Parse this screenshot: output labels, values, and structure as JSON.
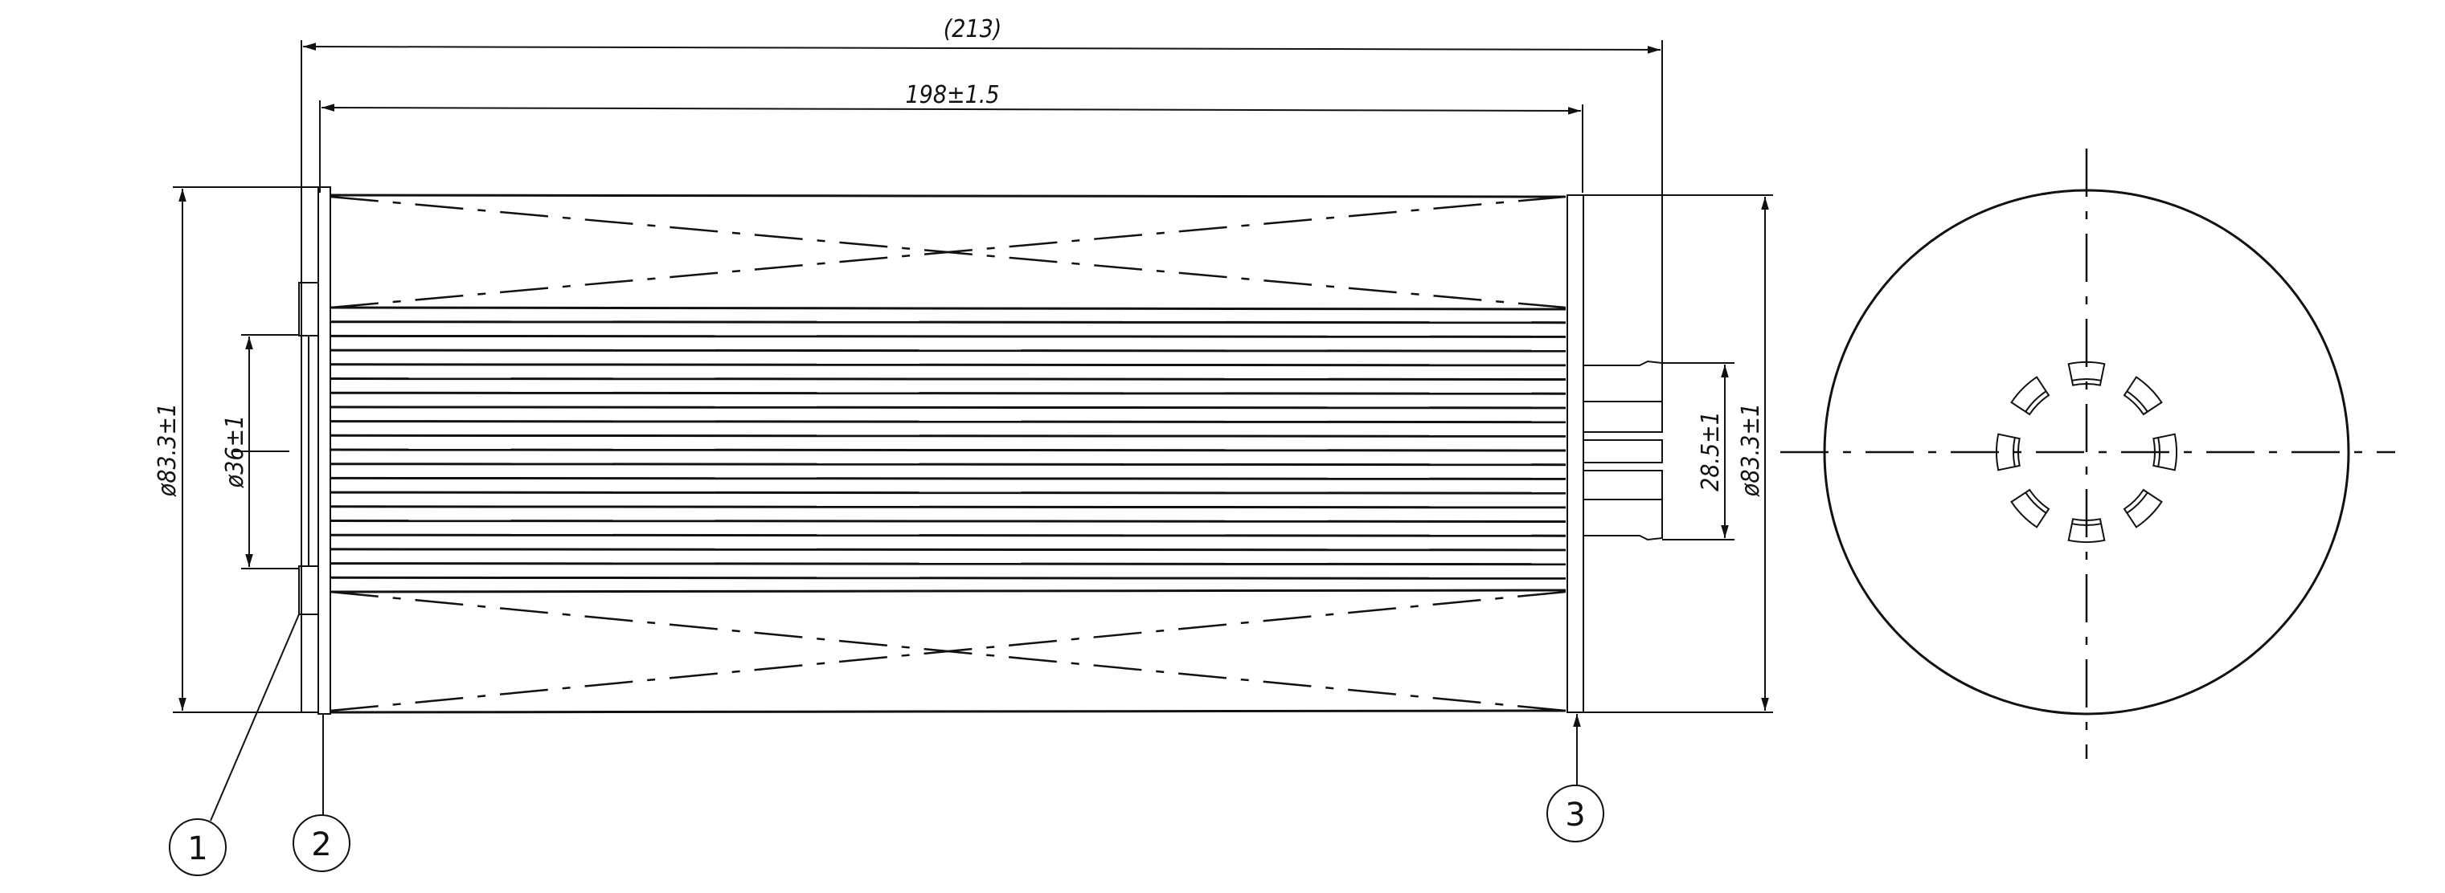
{
  "dimensions": {
    "overall_length": "(213)",
    "body_length": "198±1.5",
    "left_outer_diameter": "ø83.3±1",
    "left_inner_diameter": "ø36±1",
    "spigot_diameter": "28.5±1",
    "right_outer_diameter": "ø83.3±1"
  },
  "balloons": [
    "1",
    "2",
    "3"
  ],
  "colors": {
    "line": "#111111",
    "background": "#ffffff"
  }
}
